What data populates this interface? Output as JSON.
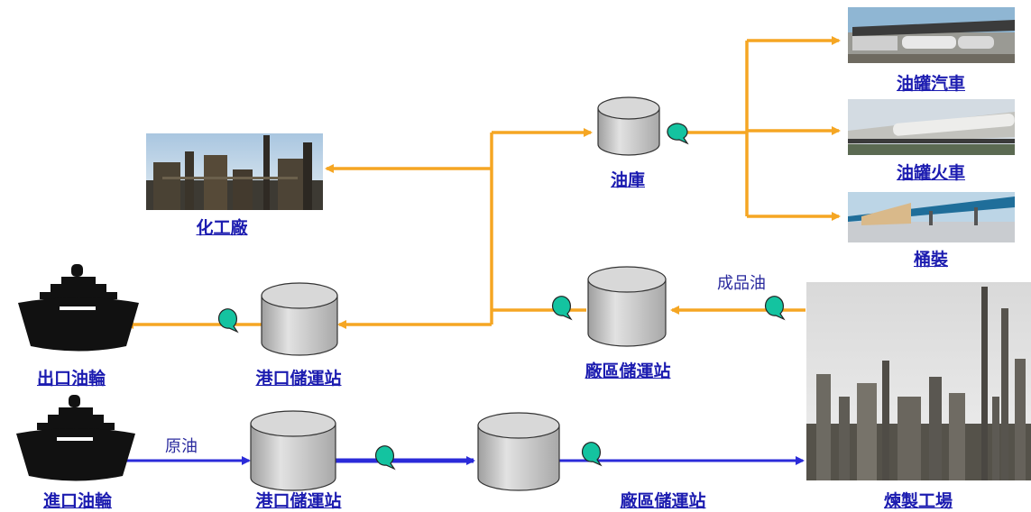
{
  "labels": {
    "export_ship": "出口油輪",
    "import_ship": "進口油輪",
    "port_station_top": "港口儲運站",
    "port_station_bottom": "港口儲運站",
    "plant_station_top": "廠區儲運站",
    "plant_station_bottom": "廠區儲運站",
    "chemical_plant": "化工廠",
    "oil_depot": "油庫",
    "tank_truck": "油罐汽車",
    "tank_train": "油罐火車",
    "barrels": "桶裝",
    "refinery": "煉製工場",
    "crude_oil": "原油",
    "finished_oil": "成品油"
  },
  "colors": {
    "product_flow": "#f5a623",
    "crude_flow": "#2b2bd9",
    "tank_fill": "#c8c8c8",
    "pump": "#14c3a0",
    "label": "#1c1cb0"
  }
}
